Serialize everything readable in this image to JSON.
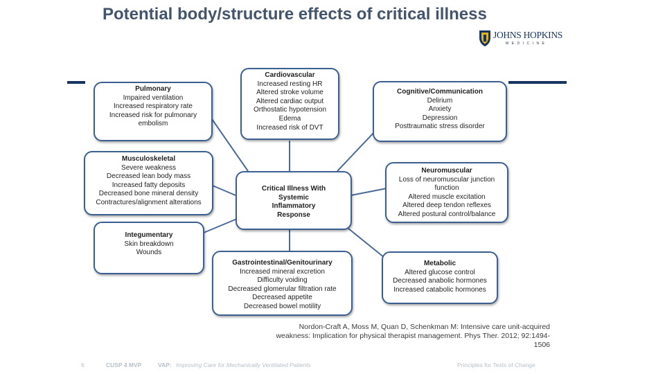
{
  "slide": {
    "title": "Potential body/structure effects of critical illness",
    "logo": {
      "name": "JOHNS HOPKINS",
      "sub": "MEDICINE"
    }
  },
  "diagram": {
    "center": {
      "lines": [
        "Critical Illness With",
        "Systemic",
        "Inflammatory",
        "Response"
      ]
    },
    "boxes": {
      "pulmonary": {
        "heading": "Pulmonary",
        "items": [
          "Impaired ventilation",
          "Increased respiratory rate",
          "Increased risk for pulmonary",
          "embolism"
        ]
      },
      "cardiovascular": {
        "heading": "Cardiovascular",
        "items": [
          "Increased resting HR",
          "Altered stroke volume",
          "Altered cardiac output",
          "Orthostatic hypotension",
          "Edema",
          "Increased risk of DVT"
        ]
      },
      "cognitive": {
        "heading": "Cognitive/Communication",
        "items": [
          "Delirium",
          "Anxiety",
          "Depression",
          "Posttraumatic stress disorder"
        ]
      },
      "musculoskeletal": {
        "heading": "Musculoskeletal",
        "items": [
          "Severe weakness",
          "Decreased lean body mass",
          "Increased fatty deposits",
          "Decreased bone mineral density",
          "Contractures/alignment alterations"
        ]
      },
      "neuromuscular": {
        "heading": "Neuromuscular",
        "items": [
          "Loss of neuromuscular junction",
          "function",
          "Altered muscle excitation",
          "Altered deep tendon reflexes",
          "Altered postural control/balance"
        ]
      },
      "integumentary": {
        "heading": "Integumentary",
        "items": [
          "Skin breakdown",
          "Wounds"
        ]
      },
      "gastrointestinal": {
        "heading": "Gastrointestinal/Genitourinary",
        "items": [
          "Increased mineral excretion",
          "Difficulty voiding",
          "Decreased glomerular filtration rate",
          "Decreased appetite",
          "Decreased bowel motility"
        ]
      },
      "metabolic": {
        "heading": "Metabolic",
        "items": [
          "Altered glucose control",
          "Decreased anabolic hormones",
          "Increased catabolic hormones"
        ]
      }
    }
  },
  "reference": {
    "lines": [
      "Nordon-Craft A, Moss M, Quan D, Schenkman M: Intensive care unit-acquired",
      "weakness: Implication for physical therapist management. Phys Ther. 2012; 92:1494-",
      "1506"
    ]
  },
  "footer": {
    "page": "6",
    "program": "CUSP 4 MVP",
    "topic_label": "VAP:",
    "topic": "Improving Care for Mechanically Ventilated Patients",
    "right": "Principles for Tests of Change"
  },
  "colors": {
    "box_border": "#3c5f92",
    "connector": "#4a6a9a",
    "title": "#44546a",
    "rule": "#17335f"
  }
}
